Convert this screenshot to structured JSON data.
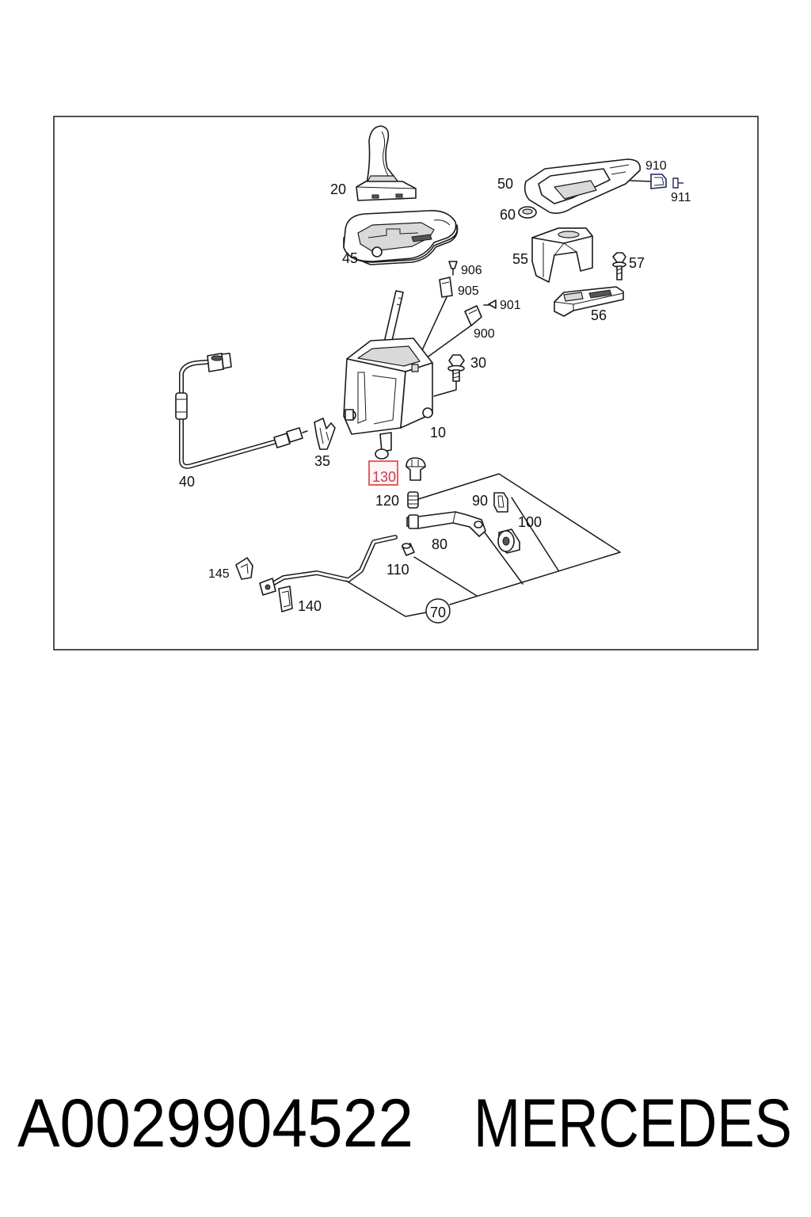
{
  "callouts": [
    "20",
    "45",
    "50",
    "60",
    "910",
    "911",
    "55",
    "57",
    "906",
    "905",
    "901",
    "900",
    "56",
    "30",
    "10",
    "40",
    "35",
    "130",
    "120",
    "90",
    "100",
    "80",
    "110",
    "145",
    "140",
    "70"
  ],
  "colors": {
    "line": "#1a1a1a",
    "highlight": "#e03a3a",
    "highlight_fill": "#fff3f3"
  },
  "footer": {
    "part_number": "A0029904522",
    "brand": "MERCEDES"
  }
}
